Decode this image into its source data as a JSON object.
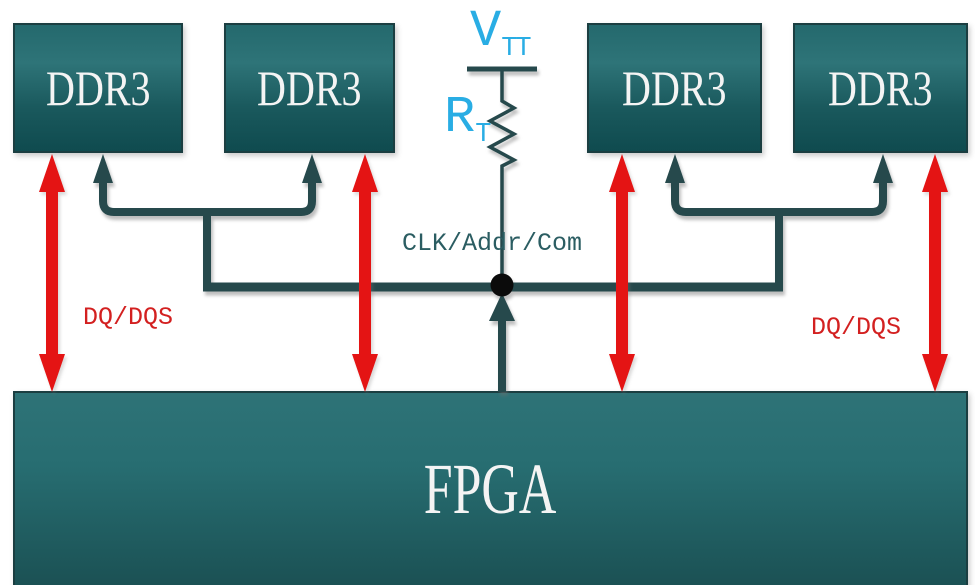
{
  "boxes": [
    {
      "label": "DDR3"
    },
    {
      "label": "DDR3"
    },
    {
      "label": "DDR3"
    },
    {
      "label": "DDR3"
    }
  ],
  "fpga": {
    "label": "FPGA"
  },
  "signals": {
    "clk_bus_label": "CLK/Addr/Com",
    "dq_left_label": "DQ/DQS",
    "dq_right_label": "DQ/DQS"
  },
  "termination": {
    "vtt_main": "V",
    "vtt_sub": "TT",
    "rt_main": "R",
    "rt_sub": "T"
  },
  "colors": {
    "signal_red": "#e41414",
    "dq_label_red": "#d32020",
    "trace_teal": "#26494c",
    "termination_cyan": "#29ade4",
    "clk_text_teal": "#2b5d62",
    "box_border": "#1b3e41",
    "box_fill_light": "#2e7478",
    "box_fill_dark": "#0f4b4f",
    "chip_label_white": "#f4f4f4",
    "junction_dot_black": "#0b0b0b",
    "background": "#ffffff"
  }
}
